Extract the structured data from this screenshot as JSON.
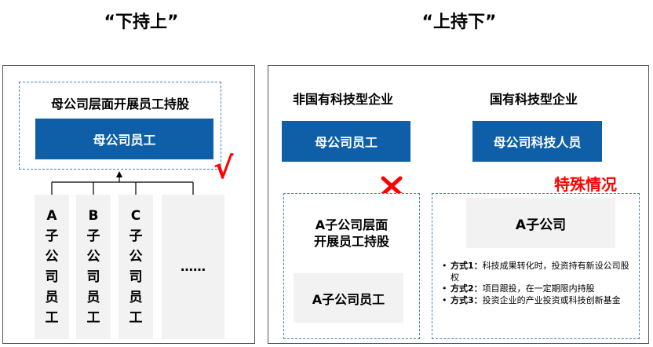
{
  "headings": {
    "left": "“下持上”",
    "right": "“上持下”"
  },
  "left_panel": {
    "dashed_title": "母公司层面开展员工持股",
    "parent_box": "母公司员工",
    "columns": [
      {
        "chars": [
          "A",
          "子",
          "公",
          "司",
          "员",
          "工"
        ]
      },
      {
        "chars": [
          "B",
          "子",
          "公",
          "司",
          "员",
          "工"
        ]
      },
      {
        "chars": [
          "C",
          "子",
          "公",
          "司",
          "员",
          "工"
        ]
      },
      {
        "chars": [
          "……"
        ]
      }
    ],
    "mark": "√"
  },
  "right_panel": {
    "non_state": {
      "title": "非国有科技型企业",
      "parent_box": "母公司员工",
      "mark": "✕",
      "sub_title": [
        "A子公司层面",
        "开展员工持股"
      ],
      "sub_box": "A子公司员工"
    },
    "state": {
      "title": "国有科技型企业",
      "parent_box": "母公司科技人员",
      "special_label": "特殊情况",
      "sub_box": "A子公司",
      "methods": [
        {
          "bullet": "•",
          "label": "方式1：",
          "text": "科技成果转化时，投资持有新设公司股权"
        },
        {
          "bullet": "•",
          "label": "方式2：",
          "text": "项目跟投，在一定期限内持股"
        },
        {
          "bullet": "•",
          "label": "方式3：",
          "text": "投资企业的产业投资或科技创新基金"
        }
      ]
    }
  },
  "colors": {
    "blue": "#0f5fa8",
    "dashed_border": "#4a7fb0",
    "grey_fill": "#f2f2f2",
    "red": "#ff0000"
  }
}
